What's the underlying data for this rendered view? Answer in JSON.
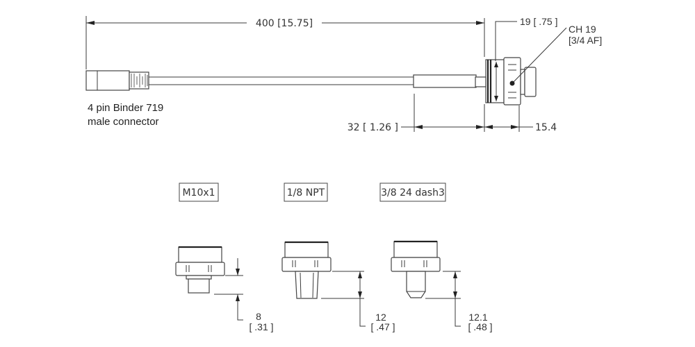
{
  "drawing": {
    "top_view": {
      "overall_length": "400 [15.75]",
      "width_dim": "19 [ .75 ]",
      "wrench_flat_line1": "CH 19",
      "wrench_flat_line2": "[3/4 AF]",
      "strain_relief_dim": "32 [ 1.26 ]",
      "fitting_dim": "15.4",
      "connector_label_line1": "4 pin Binder 719",
      "connector_label_line2": "male connector"
    },
    "variants": [
      {
        "thread": "M10x1",
        "length_mm": "8",
        "length_in": "[ .31 ]"
      },
      {
        "thread": "1/8 NPT",
        "length_mm": "12",
        "length_in": "[ .47 ]"
      },
      {
        "thread": "3/8 24 dash3",
        "length_mm": "12.1",
        "length_in": "[ .48 ]"
      }
    ]
  }
}
